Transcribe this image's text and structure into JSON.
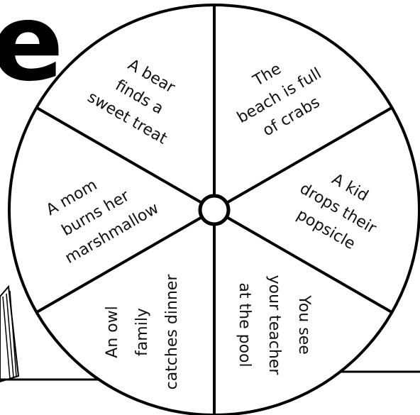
{
  "title_fragment": "e",
  "wheel": {
    "slices": [
      {
        "id": "bear",
        "lines": [
          "A bear",
          "finds a",
          "sweet treat"
        ]
      },
      {
        "id": "beach",
        "lines": [
          "The",
          "beach is full",
          "of crabs"
        ]
      },
      {
        "id": "kid",
        "lines": [
          "A kid",
          "drops their",
          "popsicle"
        ]
      },
      {
        "id": "teacher",
        "lines": [
          "You see",
          "your teacher",
          "at the pool"
        ]
      },
      {
        "id": "owl",
        "lines": [
          "An owl",
          "family",
          "catches dinner"
        ]
      },
      {
        "id": "mom",
        "lines": [
          "A mom",
          "burns her",
          "marshmallow"
        ]
      }
    ]
  },
  "colors": {
    "ink": "#000000",
    "paper": "#ffffff"
  }
}
